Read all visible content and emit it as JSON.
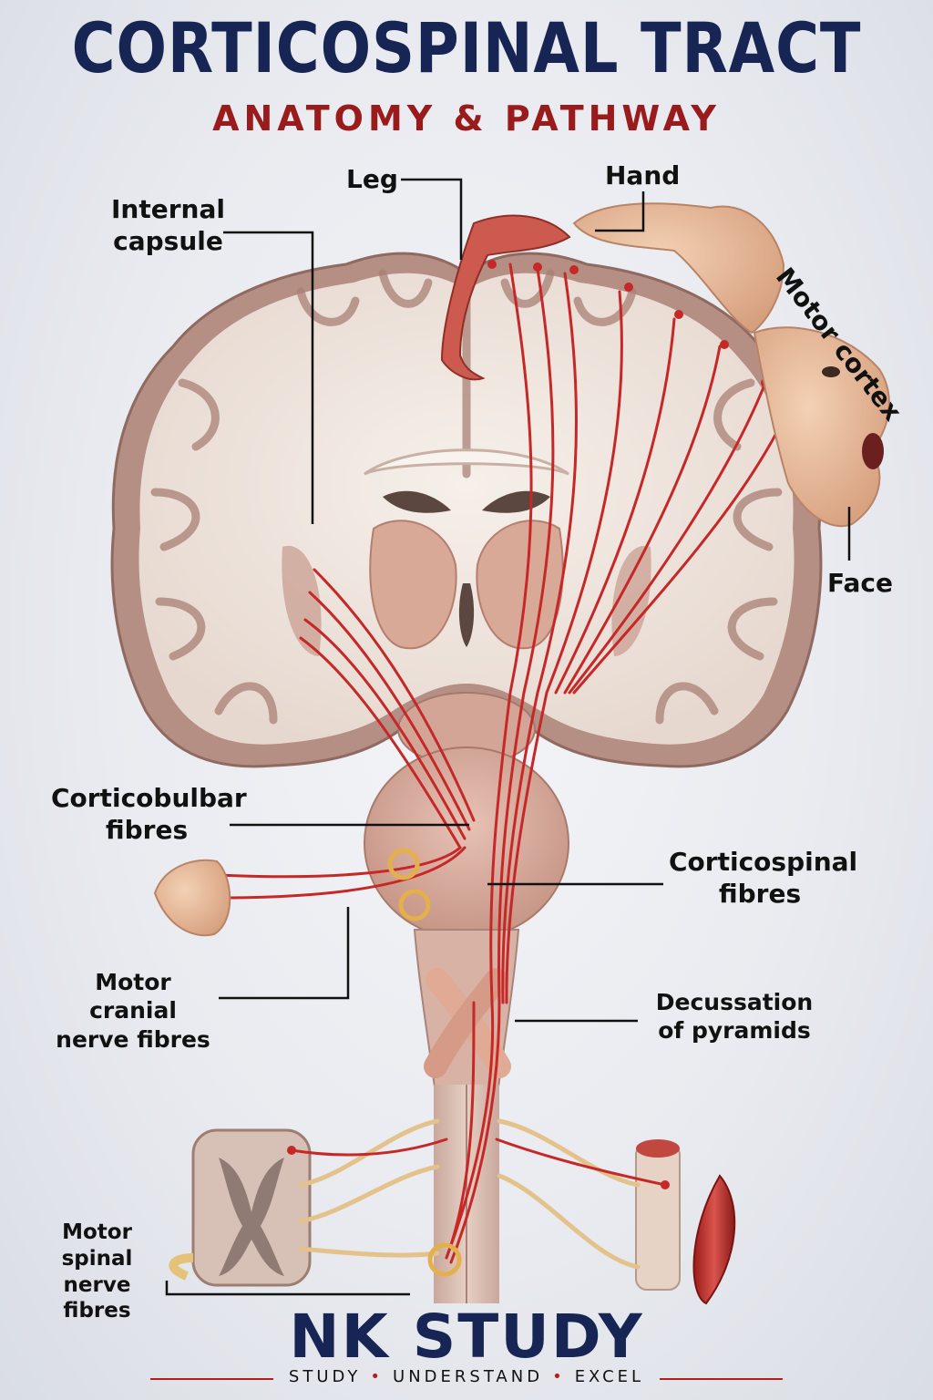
{
  "header": {
    "title": "CORTICOSPINAL TRACT",
    "subtitle": "ANATOMY & PATHWAY"
  },
  "labels": {
    "leg": "Leg",
    "hand": "Hand",
    "internal_capsule": "Internal capsule",
    "motor_cortex": "Motor cortex",
    "face": "Face",
    "corticobulbar": "Corticobulbar fibres",
    "corticospinal": "Corticospinal fibres",
    "motor_cranial": "Motor cranial nerve fibres",
    "decussation": "Decussation of pyramids",
    "motor_spinal": "Motor spinal nerve fibres"
  },
  "footer": {
    "brand": "NK STUDY",
    "tag_1": "STUDY",
    "tag_2": "UNDERSTAND",
    "tag_3": "EXCEL"
  },
  "colors": {
    "title": "#172554",
    "subtitle": "#991b1b",
    "fibre": "#c62828",
    "brain_cortex": "#b08a80",
    "white_matter": "#efe6df",
    "nerve": "#e7c48f"
  }
}
